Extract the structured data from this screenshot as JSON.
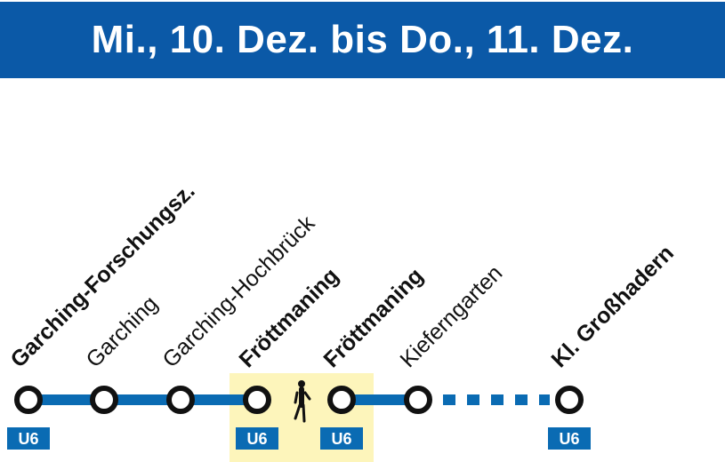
{
  "header": {
    "title": "Mi., 10. Dez. bis Do., 11. Dez."
  },
  "line": {
    "name": "U6",
    "color": "#0a6bb3"
  },
  "stations": [
    {
      "name": "Garching-Forschungsz.",
      "bold": true,
      "badge": "U6"
    },
    {
      "name": "Garching",
      "bold": false
    },
    {
      "name": "Garching-Hochbrück",
      "bold": false
    },
    {
      "name": "Fröttmaning",
      "bold": true,
      "badge": "U6"
    },
    {
      "name": "Fröttmaning",
      "bold": true,
      "badge": "U6"
    },
    {
      "name": "Kieferngarten",
      "bold": false
    },
    {
      "name": "Kl. Großhadern",
      "bold": true,
      "badge": "U6"
    }
  ],
  "walk_icon": "pedestrian-icon",
  "highlight_color": "#fdf5bb"
}
